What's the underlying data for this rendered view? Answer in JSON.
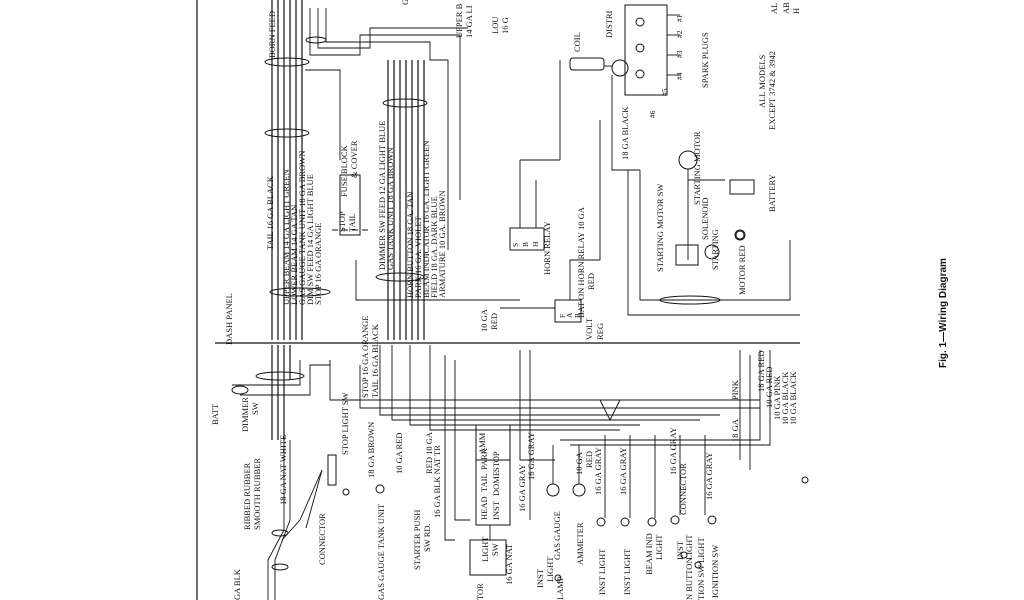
{
  "caption": "Fig. 1—Wiring Diagram",
  "top_left_labels": [
    "BORN FEED",
    "G"
  ],
  "top_right_labels": [
    "UPPER B",
    "14 GA LI",
    "LOU",
    "16 G"
  ],
  "distributor": {
    "label": "DISTRI",
    "terminals": [
      "#1",
      "#2",
      "#3",
      "#4",
      "#5",
      "#6"
    ]
  },
  "coil": "COIL",
  "spark_plugs": "SPARK PLUGS",
  "all_models": [
    "ALL MODELS",
    "EXCEPT 3742 & 3942"
  ],
  "edge_right": [
    "AL",
    "AB",
    "H"
  ],
  "wire_bundle_left": [
    "TAIL 16 GA BLACK",
    "UPPER BEAM 14 GA LIGHT GREEN",
    "LOWER BEAM 14 GA TAN",
    "GAS GAUGE TANK UNIT 18 GA BROWN",
    "DIM SW FEED 14 GA LIGHT BLUE",
    "STOP 16 GA ORANGE"
  ],
  "fuse_block": [
    "FUSE BLOCK",
    "& COVER"
  ],
  "stop_tail": [
    "STOP",
    "TAIL"
  ],
  "wire_bundle_mid": [
    "DIMMER SW FEED 12 GA LIGHT BLUE",
    "GAS TANK UNIT 18 GA BROWN",
    "HORN BUTTON 18 GA. TAN",
    "PARK 16 GA. VIOLET",
    "BEAM INDICATOR 16 GA. LIGHT GREEN",
    "FIELD 18 GA. DARK BLUE",
    "ARMATURE 10 GA. BROWN"
  ],
  "horn_relay": {
    "label": "HORN RELAY",
    "terminals": [
      "S",
      "B",
      "H"
    ]
  },
  "bat_on_horn_relay": "BAT ON HORN RELAY 10 GA",
  "red_label": "RED",
  "volt_reg": {
    "label": [
      "VOLT",
      "REG"
    ],
    "terminals": [
      "F",
      "A",
      "B"
    ],
    "wire": [
      "10 GA",
      "RED"
    ]
  },
  "eighteen_ga_black": "18 GA BLACK",
  "starting_motor": "STARTING MOTOR",
  "battery": "BATTERY",
  "starting_motor_sw": "STARTING MOTOR SW",
  "solenoid": "SOLENOID",
  "starting_motor_red": [
    "STARTING",
    "MOTOR RED"
  ],
  "dash_panel": "DASH PANEL",
  "stop_tail_lower": [
    "STOP 16 GA ORANGE",
    "TAIL 16 GA BLACK"
  ],
  "right_wires": [
    "18 GA RED",
    "10 GA RED",
    "10 GA PINK",
    "10 GA BLACK",
    "10 GA BLACK"
  ],
  "pink": "PINK",
  "eighteen_ga": "18 GA",
  "batt": "BATT",
  "dimmer_sw": [
    "DIMMER",
    "SW"
  ],
  "nat_white": "18 GA NAT WHITE",
  "stop_light_sw": "STOP LIGHT SW",
  "ga_brown_18": "18 GA BROWN",
  "ribbed_rubber": "RIBBED RUBBER",
  "smooth_rubber": "SMOOTH RUBBER",
  "connector_left": "CONNECTOR",
  "ga_blk": "GA BLK",
  "gas_gauge_tank_unit": "GAS GAUGE TANK UNIT",
  "ga10_red": "10 GA RED",
  "red_10_ga": [
    "RED 10 GA"
  ],
  "blk_nat_tr": "16 GA BLK NAT TR",
  "starter_push": [
    "STARTER PUSH",
    "SW RD."
  ],
  "light_sw": [
    "LIGHT",
    "SW"
  ],
  "nat_16": "16 GA NAT",
  "ammeter_box": "AMM",
  "light_sw_table": [
    [
      "HEAD",
      "TAIL",
      "PARK"
    ],
    [
      "INST",
      "DOME",
      "STOP"
    ]
  ],
  "gray_16_a": "16 GA GRAY",
  "gray_16_b": "16 GA GRAY",
  "gray_16_c": "16 GA GRAY",
  "gray_16_d": "16 GA GRAY",
  "gray_16_e": "16 GA GRAY",
  "inst_light_a": [
    "INST",
    "LIGHT"
  ],
  "gas_gauge": "GAS GAUGE",
  "ammeter": "AMMETER",
  "ten_ga_red_b": [
    "10 GA",
    "RED"
  ],
  "inst_light_b": "INST LIGHT",
  "inst_light_c": "INST LIGHT",
  "beam_ind_light": [
    "BEAM IND",
    "LIGHT"
  ],
  "connector_right": "CONNECTOR",
  "inst_light_d": [
    "INST",
    "LIGHT"
  ],
  "ignition_sw": "IGNITION SW",
  "tor": "TOR",
  "lamp": "LAMP",
  "n_button": "N BUTTON",
  "tion_sw_light": "TION SW LIGHT"
}
